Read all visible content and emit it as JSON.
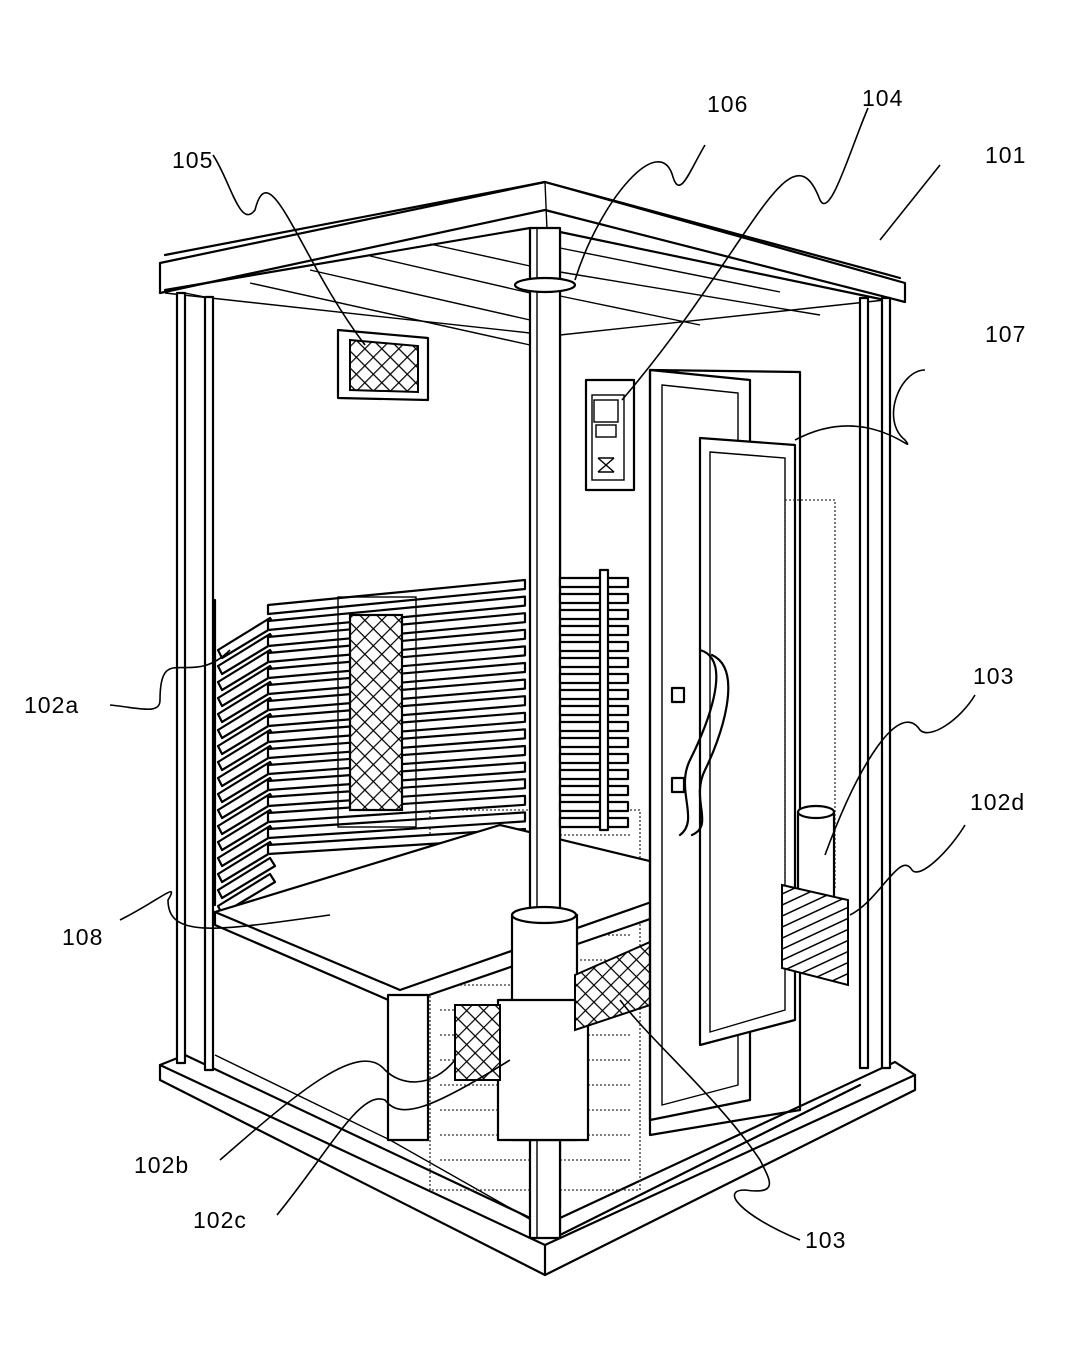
{
  "figure": {
    "subject": "Sauna cabin (perspective patent drawing)",
    "labels": {
      "l101": "101",
      "l102a": "102a",
      "l102b": "102b",
      "l102c": "102c",
      "l102d": "102d",
      "l103_upper": "103",
      "l103_lower": "103",
      "l104": "104",
      "l105": "105",
      "l106": "106",
      "l107": "107",
      "l108": "108"
    },
    "components": [
      {
        "ref": "101",
        "name": "cabin body"
      },
      {
        "ref": "102a",
        "name": "backrest heater panel (mesh)"
      },
      {
        "ref": "102b",
        "name": "under-bench heater panel (mesh)"
      },
      {
        "ref": "102c",
        "name": "under-bench heater panel (mesh)"
      },
      {
        "ref": "102d",
        "name": "corner heater panel (mesh)"
      },
      {
        "ref": "103",
        "name": "cylindrical column"
      },
      {
        "ref": "104",
        "name": "control panel"
      },
      {
        "ref": "105",
        "name": "ventilation grille"
      },
      {
        "ref": "106",
        "name": "ceiling light"
      },
      {
        "ref": "107",
        "name": "glass door"
      },
      {
        "ref": "108",
        "name": "bench"
      }
    ]
  }
}
